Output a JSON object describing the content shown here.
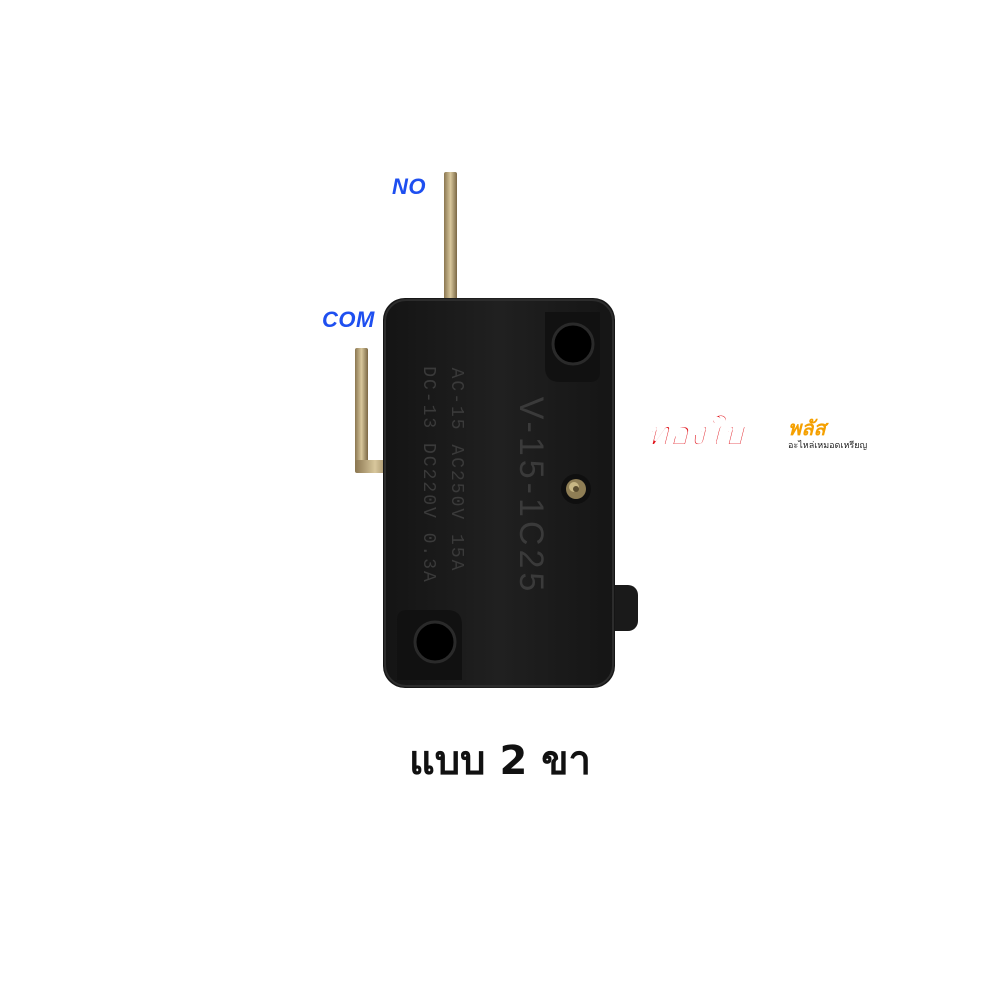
{
  "labels": {
    "no": "NO",
    "com": "COM"
  },
  "switch": {
    "model": "V-15-1C25",
    "rating_ac": "AC-15 AC250V 15A",
    "rating_dc": "DC-13 DC220V 0.3A",
    "body_color": "#1a1a1a",
    "text_color": "#3a3a3a",
    "terminal_color": "#b9a57a"
  },
  "brand": {
    "name": "ทองใบ",
    "suffix": "พลัส",
    "tagline": "อะไหล่เหมอดเหรียญ",
    "primary_color": "#e0141c",
    "accent_color": "#f5a000"
  },
  "caption": "แบบ 2 ขา",
  "label_color": "#1e4ff0"
}
